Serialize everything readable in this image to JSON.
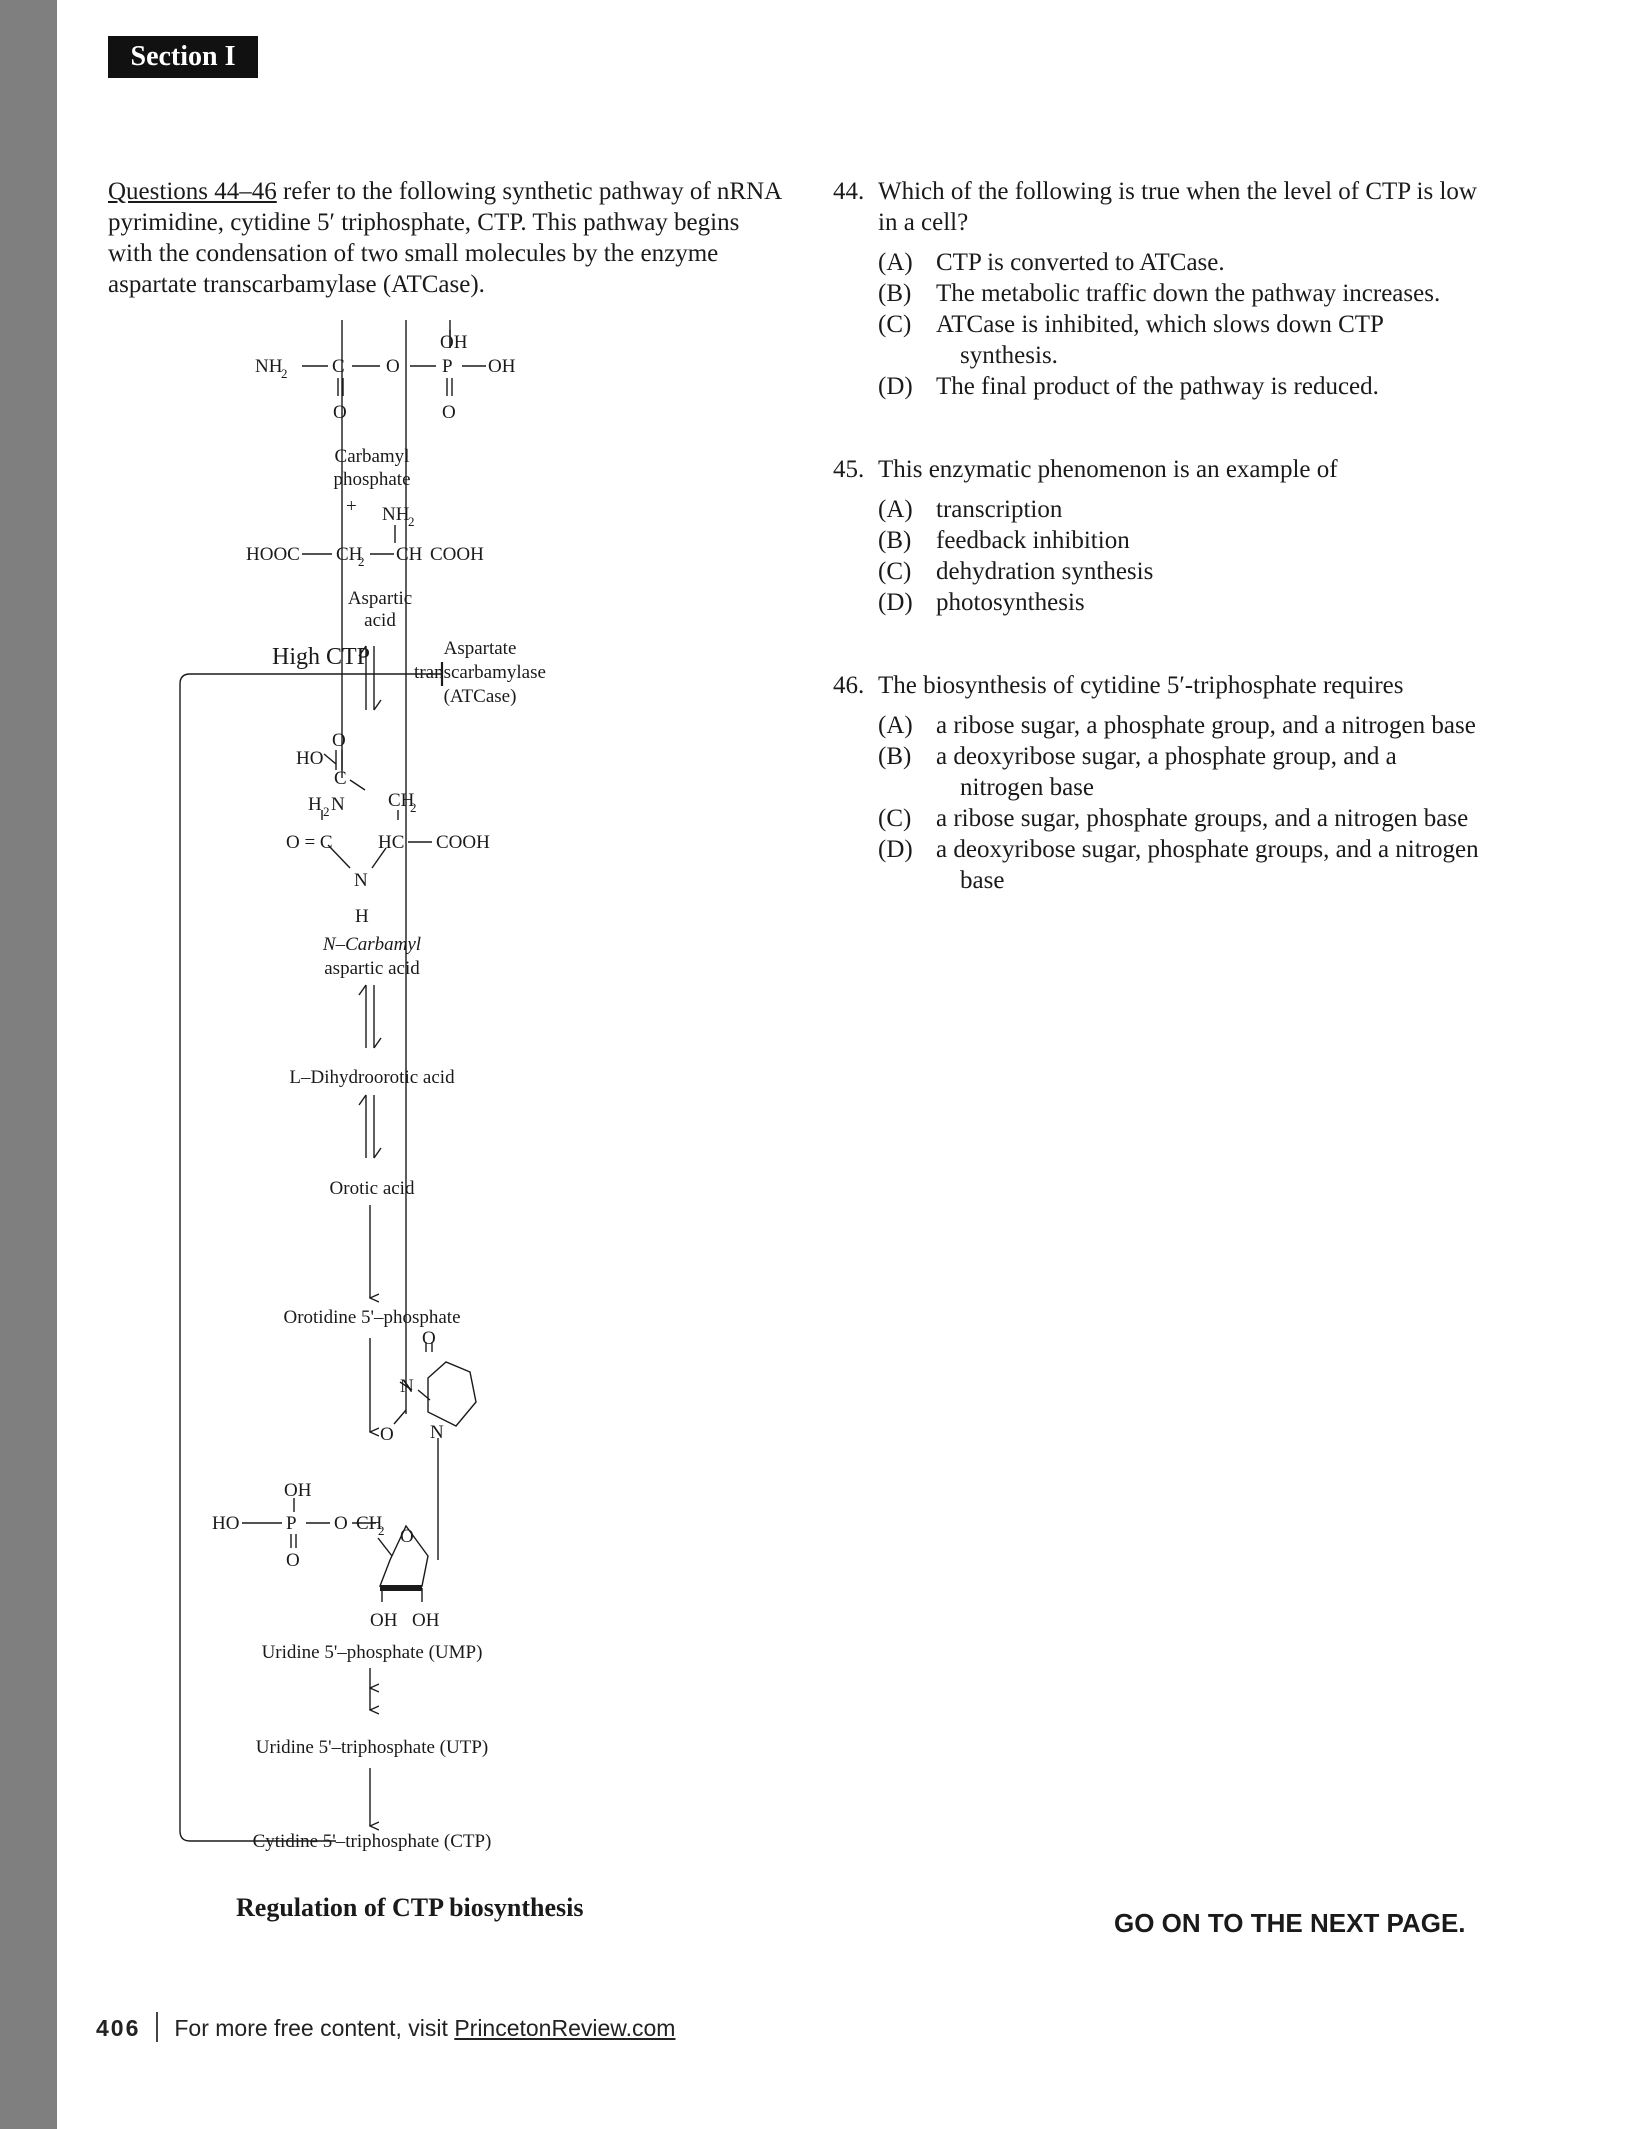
{
  "section_label": "Section I",
  "intro": {
    "ref": "Questions 44–46",
    "text": " refer to the following synthetic pathway of nRNA pyrimidine, cytidine 5′ triphosphate, CTP. This pathway begins with the condensation of two small molecules by the enzyme aspartate transcarbamylase (ATCase)."
  },
  "diagram": {
    "feedback_label": "High CTP",
    "enzyme": [
      "Aspartate",
      "transcarbamylase",
      "(ATCase)"
    ],
    "carbamyl_phosphate_name": [
      "Carbamyl",
      "phosphate"
    ],
    "aspartic_acid_name": [
      "Aspartic",
      "acid"
    ],
    "n_carbamyl_name": [
      "N–Carbamyl",
      "aspartic acid"
    ],
    "dihydroorotic": "L–Dihydroorotic acid",
    "orotic": "Orotic acid",
    "orotidine": "Orotidine 5'–phosphate",
    "ump": "Uridine 5'–phosphate (UMP)",
    "utp": "Uridine 5'–triphosphate (UTP)",
    "ctp": "Cytidine 5'–triphosphate (CTP)",
    "atoms": {
      "oh": "OH",
      "nh": "NH",
      "two": "2",
      "c": "C",
      "o": "O",
      "p": "P",
      "plus": "+",
      "hooc": "HOOC",
      "ch": "CH",
      "cooh": "COOH",
      "ho": "HO",
      "h": "H",
      "n": "N",
      "hc": "HC",
      "dash": "—",
      "eq_c": "O = C",
      "dbl": "||",
      "bar": "|"
    }
  },
  "caption": "Regulation of CTP biosynthesis",
  "questions": [
    {
      "number": "44.",
      "stem": "Which of the following is true when the level of CTP is low in a cell?",
      "options": [
        {
          "letter": "(A)",
          "text": "CTP is converted to ATCase."
        },
        {
          "letter": "(B)",
          "text": "The metabolic traffic down the pathway increases."
        },
        {
          "letter": "(C)",
          "text": "ATCase is inhibited, which slows down CTP synthesis."
        },
        {
          "letter": "(D)",
          "text": "The final product of the pathway is reduced."
        }
      ]
    },
    {
      "number": "45.",
      "stem": "This enzymatic phenomenon is an example of",
      "options": [
        {
          "letter": "(A)",
          "text": "transcription"
        },
        {
          "letter": "(B)",
          "text": "feedback inhibition"
        },
        {
          "letter": "(C)",
          "text": "dehydration synthesis"
        },
        {
          "letter": "(D)",
          "text": "photosynthesis"
        }
      ]
    },
    {
      "number": "46.",
      "stem": "The biosynthesis of cytidine 5′-triphosphate requires",
      "options": [
        {
          "letter": "(A)",
          "text": "a ribose sugar, a phosphate group, and a nitrogen base"
        },
        {
          "letter": "(B)",
          "text": "a deoxyribose sugar, a phosphate group, and a nitrogen base"
        },
        {
          "letter": "(C)",
          "text": "a ribose sugar, phosphate groups, and a nitrogen base"
        },
        {
          "letter": "(D)",
          "text": "a deoxyribose sugar, phosphate groups, and a nitrogen base"
        }
      ]
    }
  ],
  "go_on": "GO ON TO THE NEXT PAGE.",
  "footer": {
    "page_number": "406",
    "text": "For more free content, visit ",
    "site": "PrincetonReview.com"
  }
}
